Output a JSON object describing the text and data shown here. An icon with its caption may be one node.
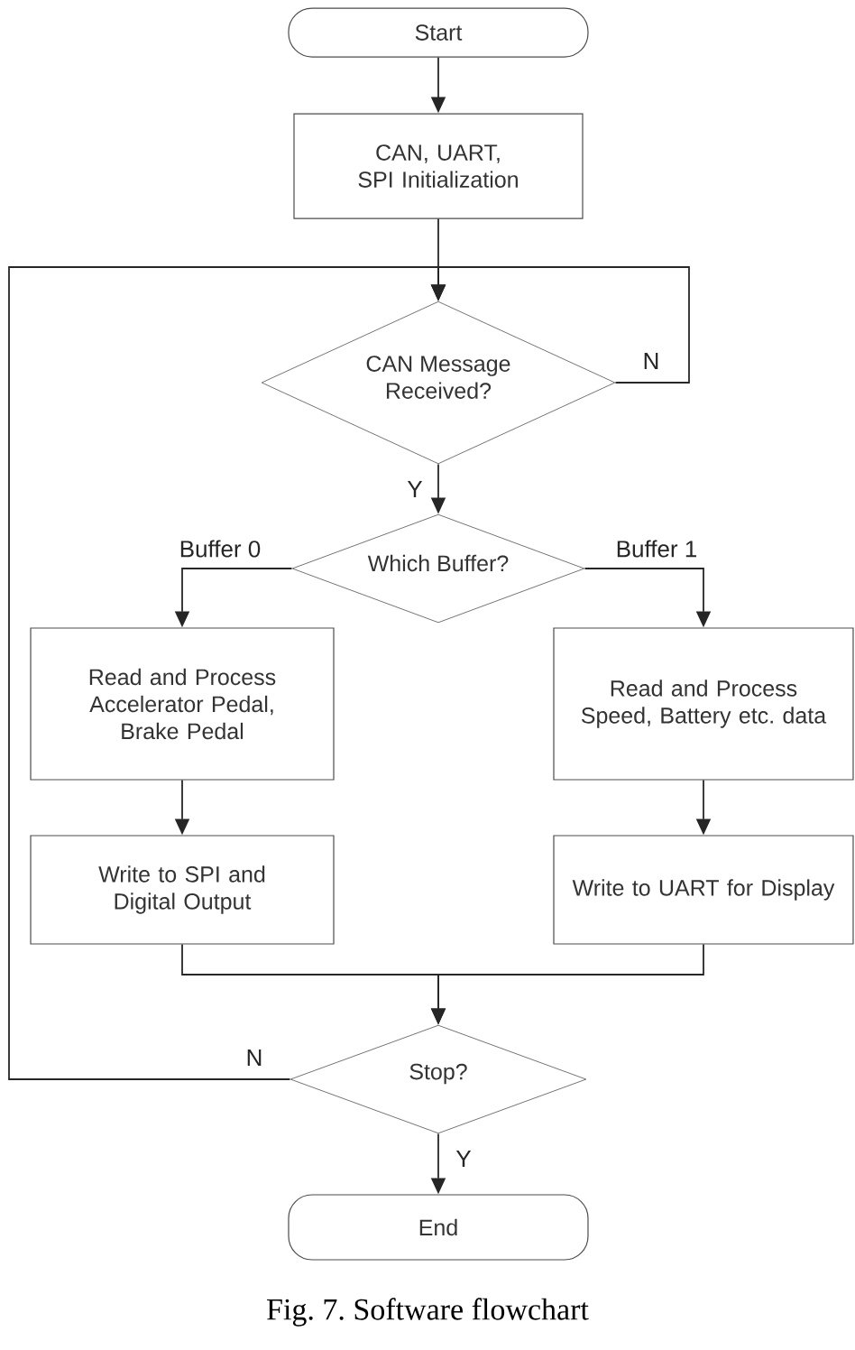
{
  "diagram": {
    "caption": "Fig. 7. Software flowchart",
    "nodes": [
      {
        "text": [
          "Start"
        ]
      },
      {
        "text": [
          "CAN, UART, SPI Initialization"
        ]
      },
      {
        "text": [
          "CAN Message Received?"
        ]
      },
      {
        "text": [
          "Which Buffer?"
        ]
      },
      {
        "text": [
          "Read and Process Accelerator Pedal, Brake Pedal"
        ]
      },
      {
        "text": [
          "Read and Process Speed, Battery etc. data"
        ]
      },
      {
        "text": [
          "Write to SPI and Digital Output"
        ]
      },
      {
        "text": [
          "Write to UART for Display"
        ]
      },
      {
        "text": [
          "Stop?"
        ]
      },
      {
        "text": [
          "End"
        ]
      }
    ],
    "edges": [
      {
        "from": 0,
        "to": 1,
        "arrow": "to"
      },
      {
        "from": 1,
        "to": 2,
        "arrow": "to"
      },
      {
        "from": 2,
        "to": 2,
        "arrow": "to",
        "label": "N"
      },
      {
        "from": 2,
        "to": 3,
        "arrow": "to",
        "label": "Y"
      },
      {
        "from": 3,
        "to": 4,
        "arrow": "to",
        "label": "Buffer 0"
      },
      {
        "from": 3,
        "to": 5,
        "arrow": "to",
        "label": "Buffer 1"
      },
      {
        "from": 4,
        "to": 6,
        "arrow": "to"
      },
      {
        "from": 5,
        "to": 7,
        "arrow": "to"
      },
      {
        "from": 6,
        "to": 8,
        "arrow": "to"
      },
      {
        "from": 7,
        "to": 8,
        "arrow": "to"
      },
      {
        "from": 8,
        "to": 2,
        "arrow": "to",
        "label": "N"
      },
      {
        "from": 8,
        "to": 9,
        "arrow": "to",
        "label": "Y"
      }
    ]
  }
}
